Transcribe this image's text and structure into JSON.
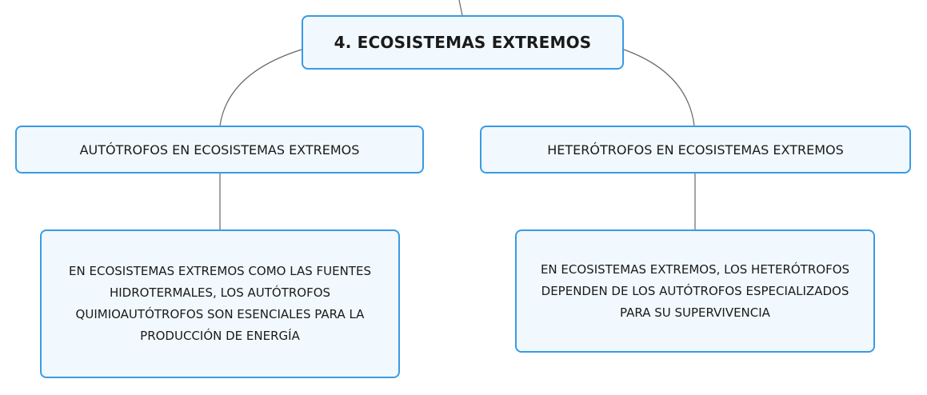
{
  "root": {
    "label": "4. ECOSISTEMAS EXTREMOS"
  },
  "branches": [
    {
      "topic": "AUTÓTROFOS EN ECOSISTEMAS EXTREMOS",
      "detail": "EN ECOSISTEMAS EXTREMOS COMO LAS FUENTES HIDROTERMALES, LOS AUTÓTROFOS QUIMIOAUTÓTROFOS SON ESENCIALES PARA LA PRODUCCIÓN DE ENERGÍA"
    },
    {
      "topic": "HETERÓTROFOS EN ECOSISTEMAS EXTREMOS",
      "detail": "EN ECOSISTEMAS EXTREMOS, LOS HETERÓTROFOS DEPENDEN DE LOS AUTÓTROFOS ESPECIALIZADOS PARA SU SUPERVIVENCIA"
    }
  ],
  "colors": {
    "node_border": "#3a9be3",
    "node_fill": "#f1f9fe",
    "connector": "#666666",
    "text": "#1a1a1a"
  }
}
